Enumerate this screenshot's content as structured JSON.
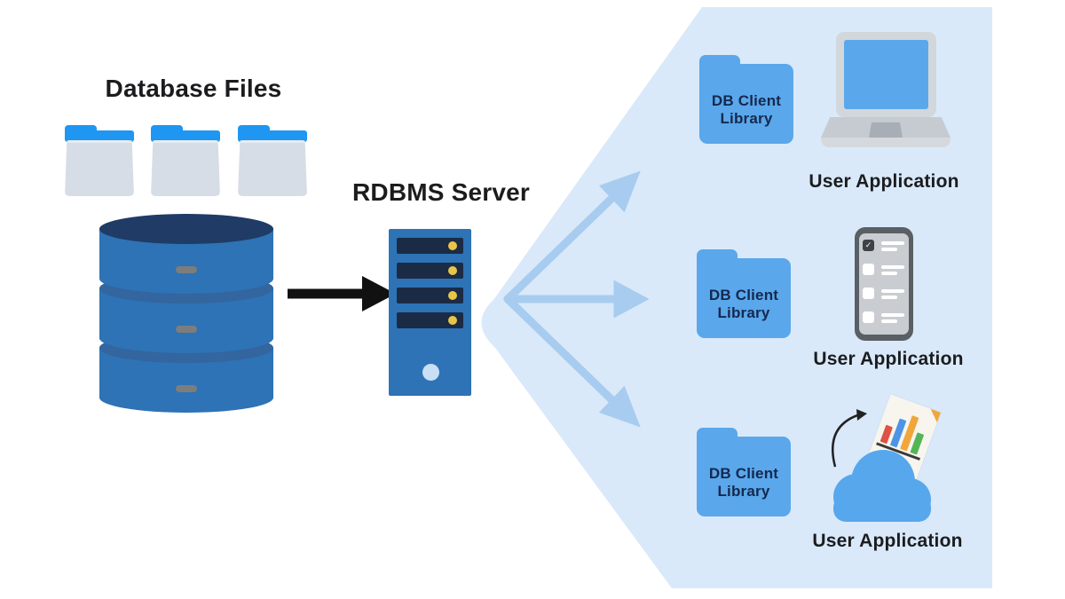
{
  "diagram": {
    "title": "Database Files",
    "server_label": "RDBMS Server",
    "rows": [
      {
        "folder_line1": "DB Client",
        "folder_line2": "Library",
        "app_label": "User Application",
        "device": "laptop"
      },
      {
        "folder_line1": "DB Client",
        "folder_line2": "Library",
        "app_label": "User Application",
        "device": "phone"
      },
      {
        "folder_line1": "DB Client",
        "folder_line2": "Library",
        "app_label": "User Application",
        "device": "cloud"
      }
    ]
  },
  "icons": {
    "check_glyph": "✓",
    "names": [
      "folder-icon",
      "database-icon",
      "server-icon",
      "arrow-right-icon",
      "fan-arrow-icon",
      "laptop-icon",
      "phone-icon",
      "cloud-icon",
      "chart-document-icon",
      "curved-arrow-icon"
    ]
  },
  "colors": {
    "fan_background": "#d9e9fa",
    "fan_arrow": "#a7ccef",
    "client_folder_blue": "#5aa7eb",
    "folder_tab_blue": "#1e96f2",
    "folder_body_gray": "#d7dde7",
    "database_blue": "#2d73b5",
    "database_top_navy": "#1f3b66",
    "database_band": "#33659f",
    "server_slot_navy": "#1b2b45",
    "indicator_yellow": "#e8c546",
    "label_text": "#1c1c1e",
    "folder_text_navy": "#14294e",
    "black_arrow": "#111111"
  }
}
